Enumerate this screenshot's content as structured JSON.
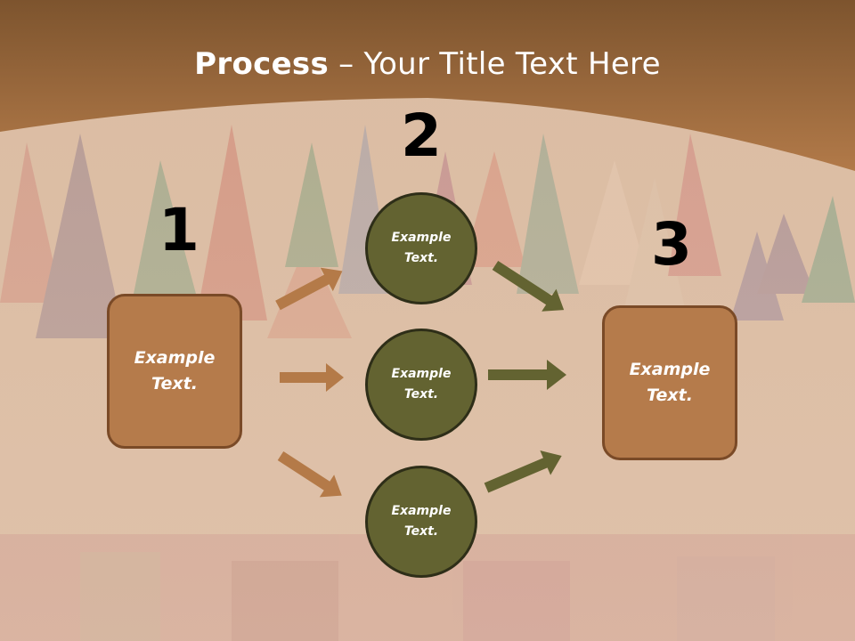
{
  "slide": {
    "title_bold": "Process",
    "title_rest": " – Your Title Text Here"
  },
  "steps": {
    "num1": "1",
    "num2": "2",
    "num3": "3"
  },
  "boxes": {
    "left": "Example\nText.",
    "right": "Example\nText."
  },
  "circles": {
    "top": "Example\nText.",
    "middle": "Example\nText.",
    "bottom": "Example\nText."
  },
  "colors": {
    "header": "#a06a3a",
    "box_fill": "#b57b4b",
    "box_border": "#7a4a27",
    "circle_fill": "#636331",
    "arrow_brown": "#b47a48",
    "arrow_olive": "#636331"
  }
}
